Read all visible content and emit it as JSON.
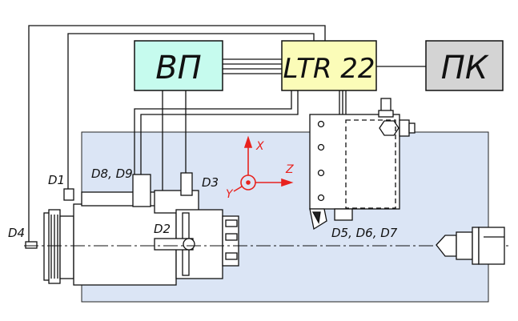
{
  "blocks": {
    "vp": {
      "label": "ВП",
      "fill": "#c6fbee"
    },
    "ltr": {
      "label": "LTR 22",
      "fill": "#fbfcb8"
    },
    "pk": {
      "label": "ПК",
      "fill": "#d4d4d4"
    }
  },
  "sensors": {
    "d1": "D1",
    "d2": "D2",
    "d3": "D3",
    "d4": "D4",
    "d8_d9": "D8, D9",
    "d5_d6_d7": "D5, D6, D7"
  },
  "axes": {
    "x": "X",
    "y": "Y",
    "z": "Z",
    "color": "#e8221e"
  },
  "colors": {
    "machine_bed": "#dbe5f5",
    "line": "#111111"
  }
}
